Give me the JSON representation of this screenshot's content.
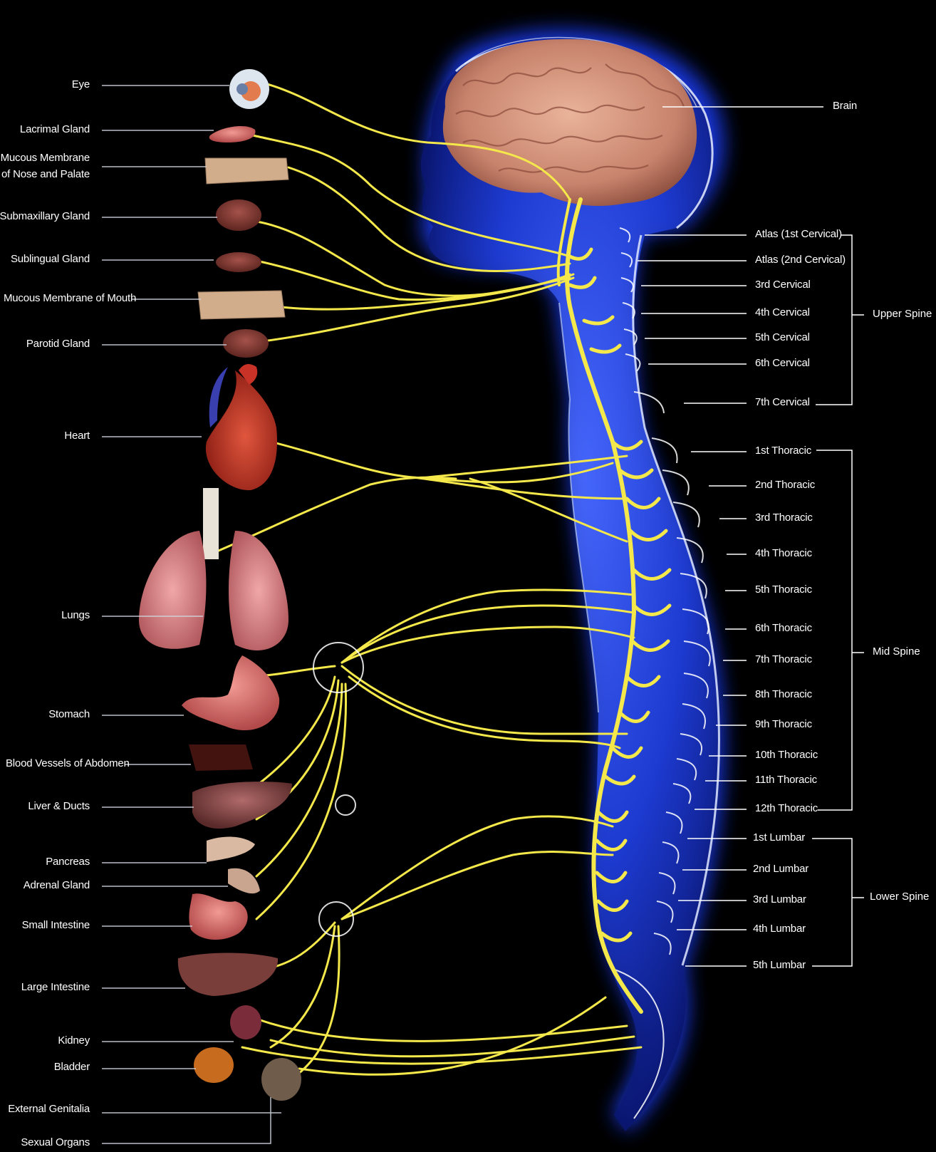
{
  "organs": {
    "eye": "Eye",
    "lacrimal": "Lacrimal Gland",
    "mucous_nose_1": "Mucous Membrane",
    "mucous_nose_2": "of Nose and Palate",
    "submaxillary": "Submaxillary Gland",
    "sublingual": "Sublingual Gland",
    "mucous_mouth": "Mucous Membrane of Mouth",
    "parotid": "Parotid Gland",
    "heart": "Heart",
    "lungs": "Lungs",
    "stomach": "Stomach",
    "blood_vessels": "Blood Vessels of Abdomen",
    "liver": "Liver & Ducts",
    "pancreas": "Pancreas",
    "adrenal": "Adrenal Gland",
    "small_intestine": "Small Intestine",
    "large_intestine": "Large Intestine",
    "kidney": "Kidney",
    "bladder": "Bladder",
    "genitalia": "External Genitalia",
    "sexual_organs": "Sexual Organs"
  },
  "spine": {
    "brain": "Brain",
    "c1": "Atlas (1st Cervical)",
    "c2": "Atlas (2nd Cervical)",
    "c3": "3rd Cervical",
    "c4": "4th Cervical",
    "c5": "5th Cervical",
    "c6": "6th Cervical",
    "c7": "7th Cervical",
    "t1": "1st Thoracic",
    "t2": "2nd Thoracic",
    "t3": "3rd Thoracic",
    "t4": "4th Thoracic",
    "t5": "5th Thoracic",
    "t6": "6th Thoracic",
    "t7": "7th Thoracic",
    "t8": "8th Thoracic",
    "t9": "9th Thoracic",
    "t10": "10th Thoracic",
    "t11": "11th Thoracic",
    "t12": "12th Thoracic",
    "l1": "1st Lumbar",
    "l2": "2nd Lumbar",
    "l3": "3rd Lumbar",
    "l4": "4th Lumbar",
    "l5": "5th Lumbar"
  },
  "groups": {
    "upper": "Upper Spine",
    "mid": "Mid Spine",
    "lower": "Lower Spine"
  },
  "colors": {
    "background": "#000000",
    "nerve": "#f4e84a",
    "glow": "#3a5cff",
    "label": "#ffffff"
  }
}
